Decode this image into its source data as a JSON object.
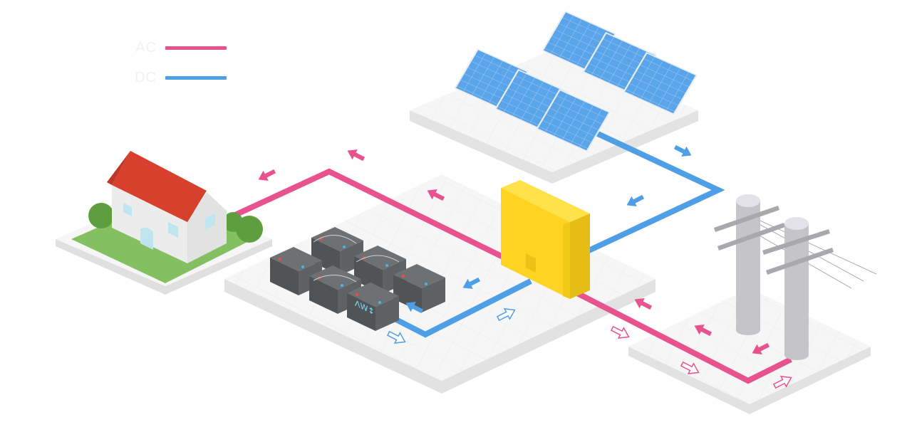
{
  "legend": {
    "items": [
      {
        "label": "AC",
        "color": "#e8528f"
      },
      {
        "label": "DC",
        "color": "#4f9fe6"
      }
    ]
  },
  "colors": {
    "ac_line": "#e8528f",
    "dc_line": "#4f9fe6",
    "platform_top": "#f6f6f6",
    "platform_side": "#e2e2e2",
    "solar_panel": "#5aa5ea",
    "inverter": "#fed321",
    "battery": "#5b5e60",
    "roof": "#d8402e",
    "grass": "#84bf62",
    "tree": "#5d9f3f",
    "pole": "#c4c4c9"
  },
  "icons": [
    "solar-panel-icon",
    "house-icon",
    "battery-icon",
    "inverter-icon",
    "utility-pole-icon",
    "flow-arrow-icon"
  ],
  "battery_label": "ΛW↕"
}
